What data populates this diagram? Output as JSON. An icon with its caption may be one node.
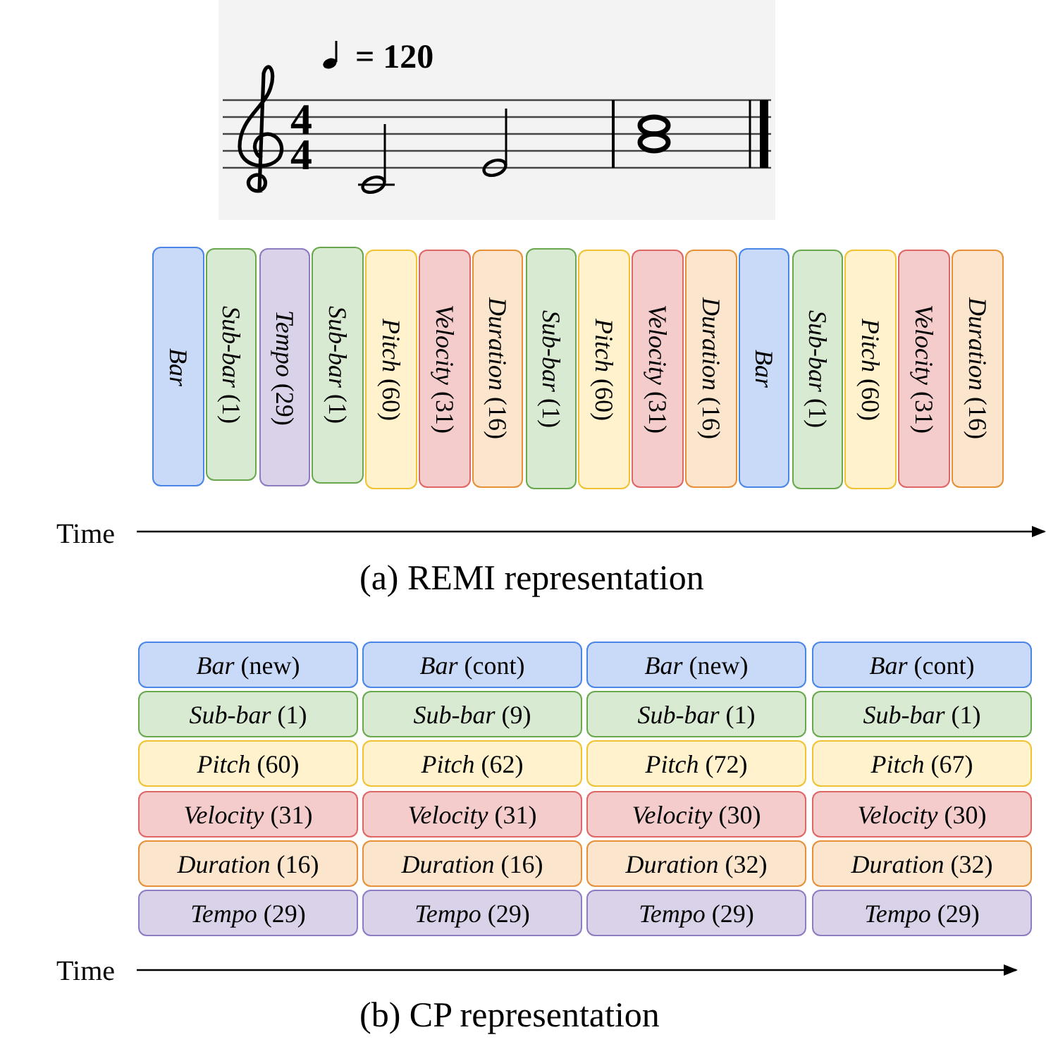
{
  "diagram": {
    "nodes": [
      {
        "text": [
          "Bar"
        ]
      },
      {
        "text": [
          "*Sub-bar* (1)"
        ]
      },
      {
        "text": [
          "*Tempo* (29)"
        ]
      },
      {
        "text": [
          "*Sub-bar* (1)"
        ]
      },
      {
        "text": [
          "*Pitch* (60)"
        ]
      },
      {
        "text": [
          "*Velocity* (31)"
        ]
      },
      {
        "text": [
          "*Duration* (16)"
        ]
      },
      {
        "text": [
          "*Sub-bar* (1)"
        ]
      },
      {
        "text": [
          "*Pitch* (60)"
        ]
      },
      {
        "text": [
          "*Velocity* (31)"
        ]
      },
      {
        "text": [
          "*Duration* (16)"
        ]
      },
      {
        "text": [
          "Bar"
        ]
      },
      {
        "text": [
          "*Sub-bar* (1)"
        ]
      },
      {
        "text": [
          "*Pitch* (60)"
        ]
      },
      {
        "text": [
          "*Velocity* (31)"
        ]
      },
      {
        "text": [
          "*Duration* (16)"
        ]
      },
      {
        "text": [
          "*Bar* (new)"
        ]
      },
      {
        "text": [
          "*Bar* (cont)"
        ]
      },
      {
        "text": [
          "*Bar* (new)"
        ]
      },
      {
        "text": [
          "*Bar* (cont)"
        ]
      },
      {
        "text": [
          "*Sub-bar* (1)"
        ]
      },
      {
        "text": [
          "*Sub-bar* (9)"
        ]
      },
      {
        "text": [
          "*Sub-bar* (1)"
        ]
      },
      {
        "text": [
          "*Sub-bar* (1)"
        ]
      },
      {
        "text": [
          "*Pitch* (60)"
        ]
      },
      {
        "text": [
          "*Pitch* (62)"
        ]
      },
      {
        "text": [
          "*Pitch* (72)"
        ]
      },
      {
        "text": [
          "*Pitch* (67)"
        ]
      },
      {
        "text": [
          "*Velocity* (31)"
        ]
      },
      {
        "text": [
          "*Velocity* (31)"
        ]
      },
      {
        "text": [
          "*Velocity* (30)"
        ]
      },
      {
        "text": [
          "*Velocity* (30)"
        ]
      },
      {
        "text": [
          "*Duration* (16)"
        ]
      },
      {
        "text": [
          "*Duration* (16)"
        ]
      },
      {
        "text": [
          "*Duration* (32)"
        ]
      },
      {
        "text": [
          "*Duration* (32)"
        ]
      },
      {
        "text": [
          "*Tempo* (29)"
        ]
      },
      {
        "text": [
          "*Tempo* (29)"
        ]
      },
      {
        "text": [
          "*Tempo* (29)"
        ]
      },
      {
        "text": [
          "*Tempo* (29)"
        ]
      }
    ],
    "labels": [
      "= 120",
      "4",
      "4",
      "Time",
      "(a) REMI representation",
      "Time",
      "(b) CP representation"
    ]
  }
}
